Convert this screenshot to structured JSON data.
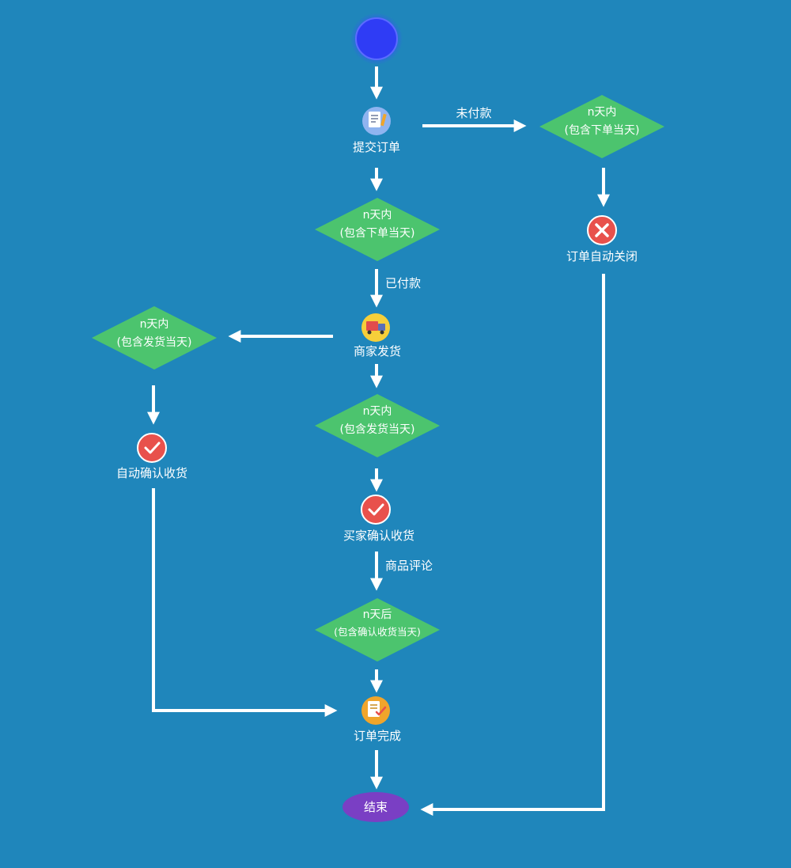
{
  "colors": {
    "background": "#1f86bb",
    "decision": "#4cc46e",
    "start": "#2f3cf5",
    "end": "#7a3fc4",
    "cross": "#e8514c",
    "check": "#e8514c",
    "arrow": "#ffffff"
  },
  "nodes": {
    "submit_order": {
      "label": "提交订单",
      "icon": "document-pencil-icon"
    },
    "decision_unpaid": {
      "line1": "n天内",
      "line2": "(包含下单当天)"
    },
    "auto_close": {
      "label": "订单自动关闭",
      "icon": "close-x-icon"
    },
    "decision_paid": {
      "line1": "n天内",
      "line2": "(包含下单当天)"
    },
    "merchant_ship": {
      "label": "商家发货",
      "icon": "delivery-truck-icon"
    },
    "decision_ship_left": {
      "line1": "n天内",
      "line2": "(包含发货当天)"
    },
    "auto_confirm": {
      "label": "自动确认收货",
      "icon": "check-icon"
    },
    "decision_ship_center": {
      "line1": "n天内",
      "line2": "(包含发货当天)"
    },
    "buyer_confirm": {
      "label": "买家确认收货",
      "icon": "check-icon"
    },
    "decision_review": {
      "line1": "n天后",
      "line2": "(包含确认收货当天)"
    },
    "order_complete": {
      "label": "订单完成",
      "icon": "document-check-icon"
    },
    "end": {
      "label": "结束"
    }
  },
  "edges": {
    "unpaid": "未付款",
    "paid": "已付款",
    "review": "商品评论"
  }
}
